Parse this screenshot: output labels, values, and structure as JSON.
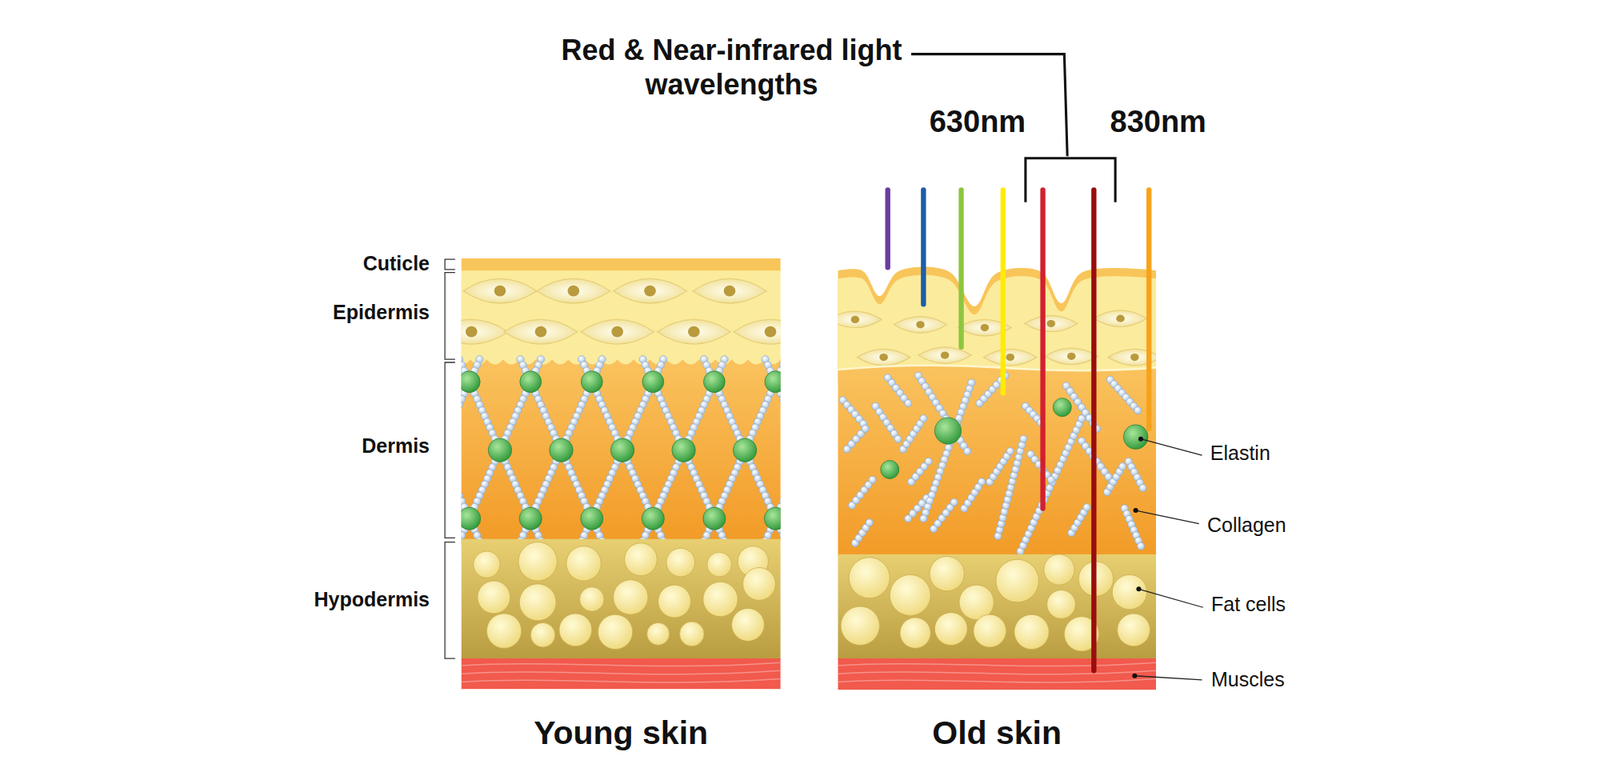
{
  "diagram": {
    "nodes": [
      {
        "text": [
          "Young skin"
        ]
      },
      {
        "text": [
          "Old skin"
        ]
      }
    ],
    "labels": [
      "Red & Near-infrared light wavelengths",
      "630nm",
      "830nm",
      "Cuticle",
      "Epidermis",
      "Dermis",
      "Hypodermis",
      "Elastin",
      "Collagen",
      "Fat cells",
      "Muscles"
    ]
  }
}
